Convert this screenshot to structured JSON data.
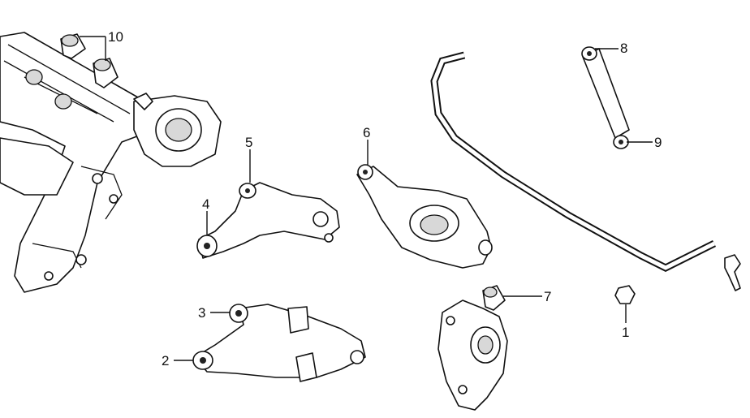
{
  "diagram": {
    "title": "Rear suspension exploded view",
    "callouts": [
      {
        "id": "10",
        "label": "10",
        "part": "crossmember-bushings"
      },
      {
        "id": "8",
        "label": "8",
        "part": "shock-absorber-top"
      },
      {
        "id": "9",
        "label": "9",
        "part": "shock-absorber-bottom"
      },
      {
        "id": "5",
        "label": "5",
        "part": "upper-arm-bushing"
      },
      {
        "id": "6",
        "label": "6",
        "part": "lower-arm-bushing"
      },
      {
        "id": "4",
        "label": "4",
        "part": "upper-arm-inner-bushing"
      },
      {
        "id": "3",
        "label": "3",
        "part": "front-lower-arm-bushing-upper"
      },
      {
        "id": "2",
        "label": "2",
        "part": "front-lower-arm-bushing-lower"
      },
      {
        "id": "7",
        "label": "7",
        "part": "knuckle-bushing"
      },
      {
        "id": "1",
        "label": "1",
        "part": "stabilizer-link-bushing"
      }
    ]
  }
}
